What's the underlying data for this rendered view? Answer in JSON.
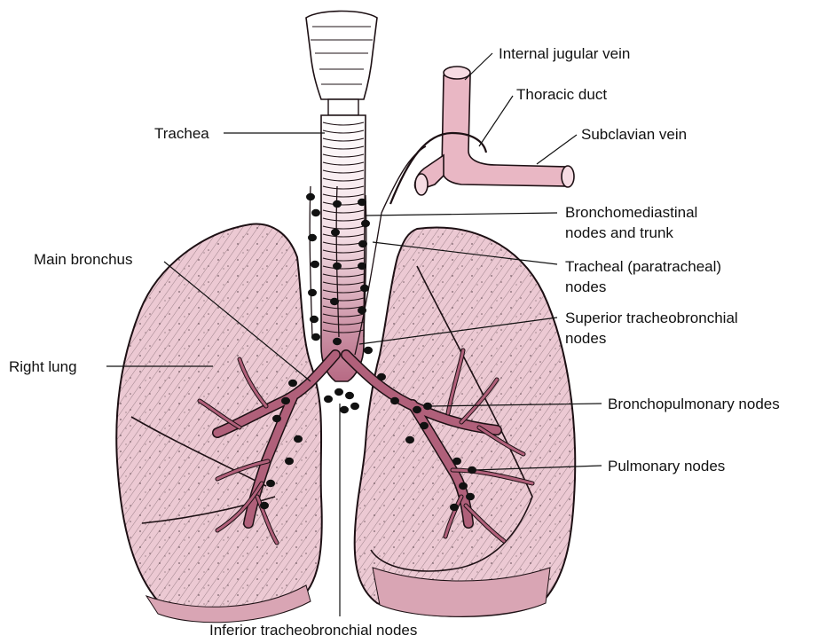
{
  "colors": {
    "lung_fill": "#ecc9d3",
    "lung_dark": "#d9a5b4",
    "airway": "#b0607a",
    "vessel": "#e9b7c4",
    "node": "#111111",
    "line": "#111111"
  },
  "labels": {
    "internal_jugular_vein": "Internal jugular vein",
    "thoracic_duct": "Thoracic duct",
    "subclavian_vein": "Subclavian vein",
    "trachea": "Trachea",
    "bronchomediastinal_1": "Bronchomediastinal",
    "bronchomediastinal_2": "nodes and trunk",
    "tracheal_1": "Tracheal (paratracheal)",
    "tracheal_2": "nodes",
    "main_bronchus": "Main bronchus",
    "superior_tb_1": "Superior tracheobronchial",
    "superior_tb_2": "nodes",
    "right_lung": "Right lung",
    "bronchopulmonary": "Bronchopulmonary nodes",
    "pulmonary": "Pulmonary nodes",
    "inferior_tb": "Inferior tracheobronchial nodes"
  }
}
